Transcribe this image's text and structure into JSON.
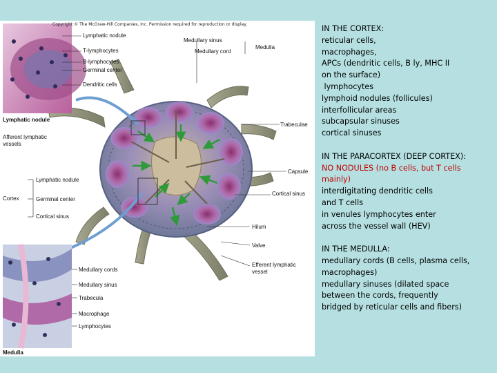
{
  "figure": {
    "copyright": "Copyright © The McGraw-Hill Companies, Inc. Permission required for reproduction or display.",
    "labels": {
      "lymphatic_nodule_top": "Lymphatic nodule",
      "t_lymphocytes": "T-lymphocytes",
      "b_lymphocytes": "B-lymphocytes",
      "germinal_center_top": "Germinal center",
      "dendritic_cells": "Dendritic cells",
      "lymphatic_nodule_inset": "Lymphatic nodule",
      "afferent_vessels": "Afferent lymphatic vessels",
      "medullary_sinus_top": "Medullary sinus",
      "medullary_cord": "Medullary cord",
      "medulla_right": "Medulla",
      "trabeculae": "Trabeculae",
      "capsule": "Capsule",
      "cortical_sinus_right": "Cortical sinus",
      "hilum": "Hilum",
      "valve": "Valve",
      "efferent_vessel": "Efferent lymphatic vessel",
      "cortex": "Cortex",
      "lymphatic_nodule_left": "Lymphatic nodule",
      "germinal_center_left": "Germinal center",
      "cortical_sinus_left": "Cortical sinus",
      "medullary_cords_bottom": "Medullary cords",
      "medullary_sinus_bottom": "Medullary sinus",
      "trabecula_bottom": "Trabecula",
      "macrophage": "Macrophage",
      "lymphocytes": "Lymphocytes",
      "medulla_bottom": "Medulla",
      "caption": "(a) Lymph node and its components"
    },
    "colors": {
      "node_capsule": "#7f86a8",
      "cortex_nodule": "#a08ac8",
      "germinal_center": "#9a3a78",
      "medulla_tissue": "#c8b89a",
      "arrows": "#2e9a3a",
      "stain_pink": "#d68ab8"
    }
  },
  "text_panel": {
    "cortex_section": [
      {
        "text": "IN THE CORTEX:",
        "color": "black"
      },
      {
        "text": "reticular cells,",
        "color": "black"
      },
      {
        "text": "macrophages,",
        "color": "black"
      },
      {
        "text": "APCs (dendritic cells, B ly, MHC II",
        "color": "black"
      },
      {
        "text": "on the surface)",
        "color": "black"
      },
      {
        "text": " lymphocytes",
        "color": "black"
      },
      {
        "text": "lymphoid nodules (follicules)",
        "color": "black"
      },
      {
        "text": "interfollicular areas",
        "color": "black"
      },
      {
        "text": "subcapsular sinuses",
        "color": "black"
      },
      {
        "text": "cortical sinuses",
        "color": "black"
      }
    ],
    "paracortex_section": [
      {
        "text": "IN THE PARACORTEX (DEEP CORTEX):",
        "color": "black"
      },
      {
        "text": "NO NODULES (no B cells, but T cells",
        "color": "red"
      },
      {
        "text": "mainly)",
        "color": "red"
      },
      {
        "text": "interdigitating dendritic cells",
        "color": "black"
      },
      {
        "text": "and T cells",
        "color": "black"
      },
      {
        "text": "in venules lymphocytes enter",
        "color": "black"
      },
      {
        "text": "across the vessel wall (HEV)",
        "color": "black"
      }
    ],
    "medulla_section": [
      {
        "text": "IN THE MEDULLA:",
        "color": "black"
      },
      {
        "text": "medullary cords (B cells, plasma cells,",
        "color": "black"
      },
      {
        "text": "macrophages)",
        "color": "black"
      },
      {
        "text": "medullary sinuses (dilated space",
        "color": "black"
      },
      {
        "text": "between the cords, frequently",
        "color": "black"
      },
      {
        "text": "bridged by reticular cells and fibers)",
        "color": "black"
      }
    ]
  }
}
